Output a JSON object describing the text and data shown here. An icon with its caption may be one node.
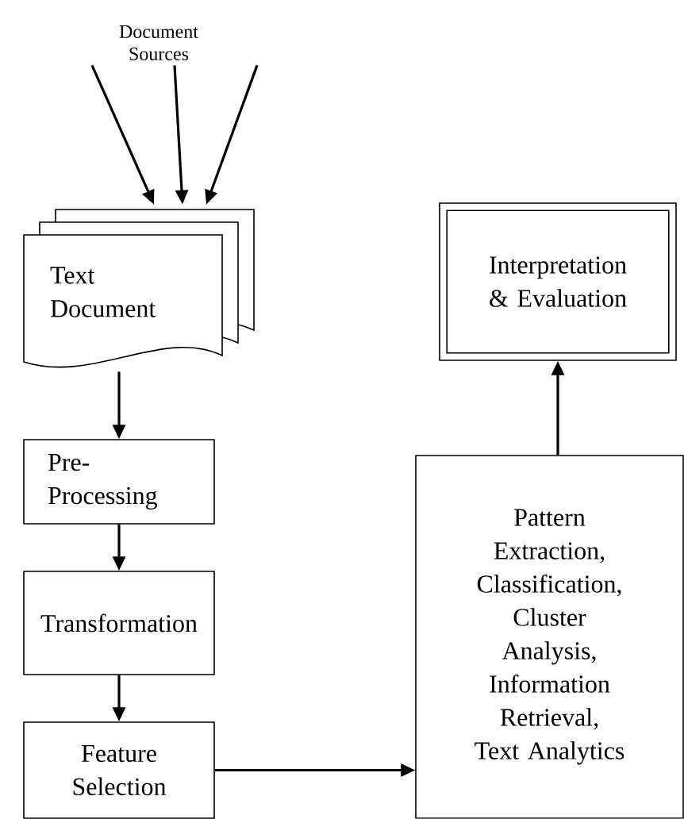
{
  "diagram": {
    "nodes": [
      {
        "text": [
          "Document Sources"
        ]
      },
      {
        "text": [
          "Text Document"
        ]
      },
      {
        "text": [
          "Pre-Processing"
        ]
      },
      {
        "text": [
          "Transformation"
        ]
      },
      {
        "text": [
          "Feature Selection"
        ]
      },
      {
        "text": [
          "Pattern Extraction, Classification, Cluster Analysis, Information Retrieval, Text Analytics"
        ]
      },
      {
        "text": [
          "Interpretation & Evaluation"
        ]
      }
    ],
    "edges": [
      {
        "from": 0,
        "to": 1,
        "arrow": "to"
      },
      {
        "from": 0,
        "to": 1,
        "arrow": "to"
      },
      {
        "from": 0,
        "to": 1,
        "arrow": "to"
      },
      {
        "from": 1,
        "to": 2,
        "arrow": "to"
      },
      {
        "from": 2,
        "to": 3,
        "arrow": "to"
      },
      {
        "from": 3,
        "to": 4,
        "arrow": "to"
      },
      {
        "from": 4,
        "to": 5,
        "arrow": "to"
      },
      {
        "from": 5,
        "to": 6,
        "arrow": "to"
      }
    ]
  }
}
